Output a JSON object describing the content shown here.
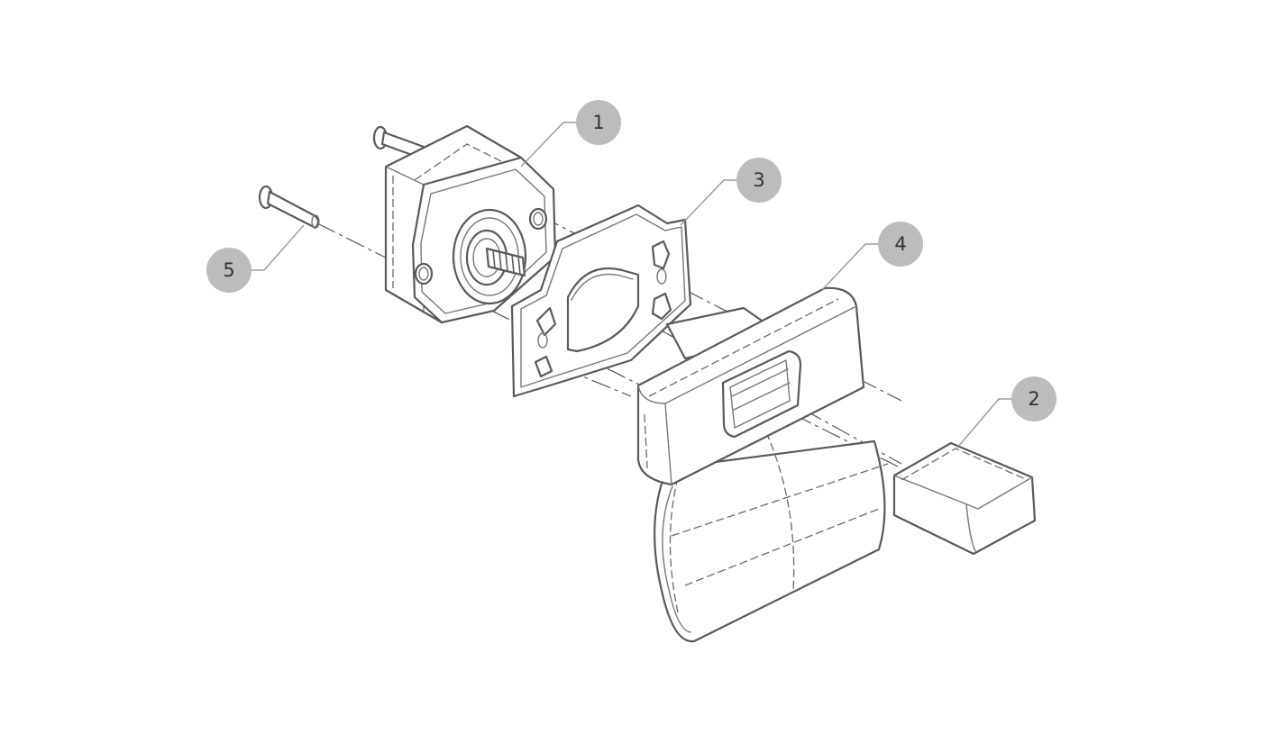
{
  "callouts": [
    {
      "id": "1",
      "label": "1",
      "part": "latch-body"
    },
    {
      "id": "2",
      "label": "2",
      "part": "end-cap"
    },
    {
      "id": "3",
      "label": "3",
      "part": "mounting-gasket"
    },
    {
      "id": "4",
      "label": "4",
      "part": "strap-loop"
    },
    {
      "id": "5",
      "label": "5",
      "part": "screw"
    }
  ],
  "colors": {
    "line": "#5a5a5a",
    "callout_fill": "#bcbcbc",
    "callout_text": "#333333",
    "background": "#ffffff"
  }
}
